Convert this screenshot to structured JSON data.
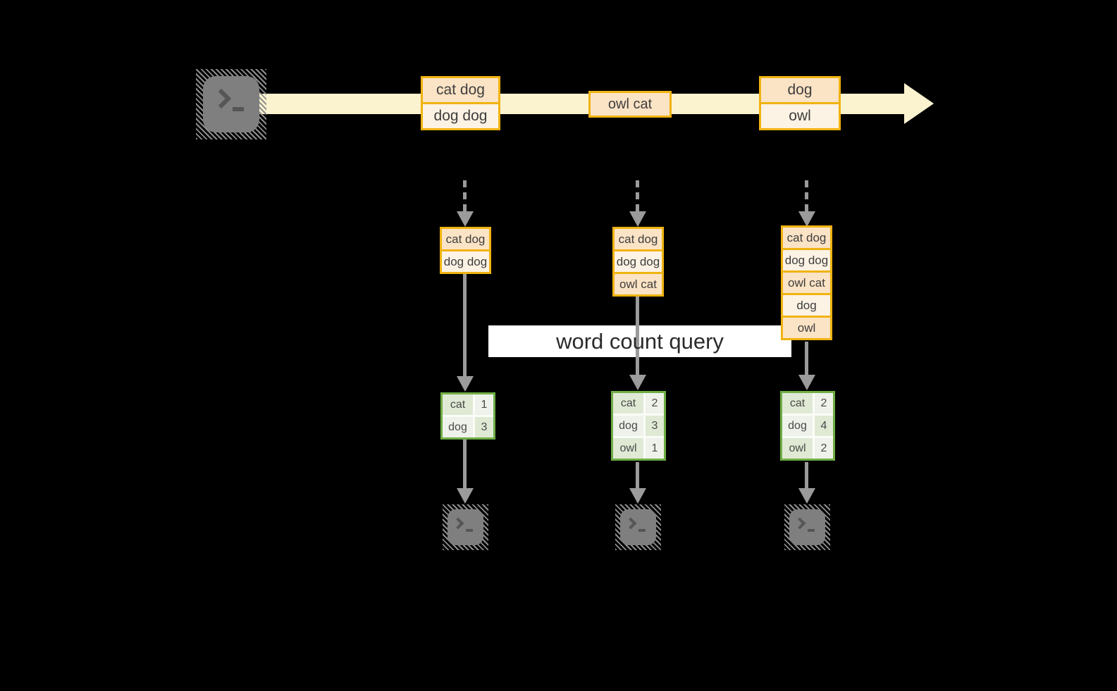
{
  "colors": {
    "background": "#000000",
    "accent_orange_border": "#f0b310",
    "record_peach": "#fbe3c5",
    "record_cream": "#fdf3e4",
    "stream_band": "#fbf3d0",
    "table_green_border": "#6fae46",
    "cell_green": "#dfe9d4",
    "cell_light": "#eef2ea",
    "arrow_gray": "#9b9b9b",
    "terminal_gray": "#7f7f7f"
  },
  "stream": {
    "batches": [
      {
        "rows": [
          "cat dog",
          "dog dog"
        ]
      },
      {
        "rows": [
          "owl cat"
        ]
      },
      {
        "rows": [
          "dog",
          "owl"
        ]
      }
    ]
  },
  "states": [
    {
      "rows": [
        "cat dog",
        "dog dog"
      ]
    },
    {
      "rows": [
        "cat dog",
        "dog dog",
        "owl cat"
      ]
    },
    {
      "rows": [
        "cat dog",
        "dog dog",
        "owl cat",
        "dog",
        "owl"
      ]
    }
  ],
  "query": {
    "label": "word count query"
  },
  "counts": [
    {
      "rows": [
        {
          "word": "cat",
          "count": "1"
        },
        {
          "word": "dog",
          "count": "3"
        }
      ]
    },
    {
      "rows": [
        {
          "word": "cat",
          "count": "2"
        },
        {
          "word": "dog",
          "count": "3"
        },
        {
          "word": "owl",
          "count": "1"
        }
      ]
    },
    {
      "rows": [
        {
          "word": "cat",
          "count": "2"
        },
        {
          "word": "dog",
          "count": "4"
        },
        {
          "word": "owl",
          "count": "2"
        }
      ]
    }
  ]
}
